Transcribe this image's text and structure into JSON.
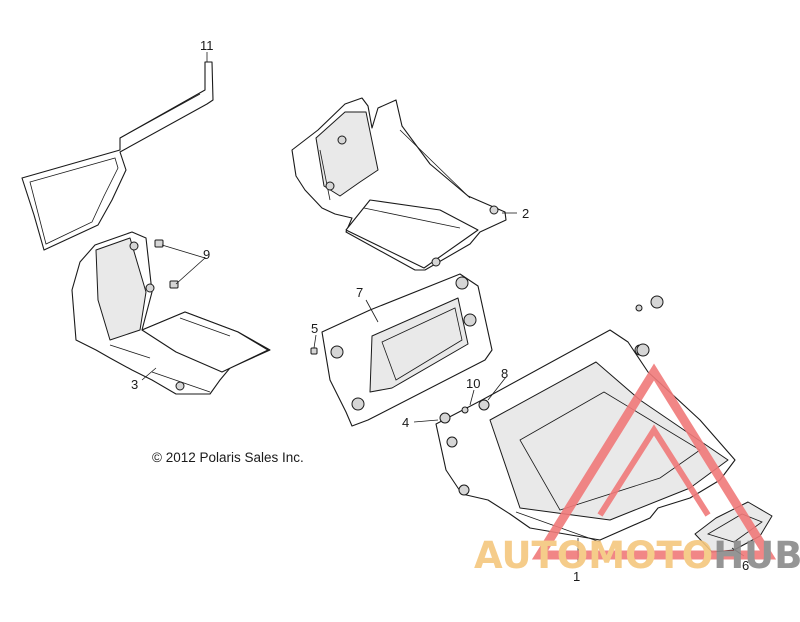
{
  "copyright": "© 2012 Polaris Sales Inc.",
  "watermark": {
    "part1": "AUTO",
    "part2": "MOTO",
    "part3": "HUB",
    "colors": {
      "part1": "#f5c77e",
      "part2": "#f5c77e",
      "part3": "#8a8a8a",
      "triangle": "#f07a7a"
    }
  },
  "callouts": {
    "c1": "1",
    "c2": "2",
    "c3": "3",
    "c4": "4",
    "c5": "5",
    "c6": "6",
    "c7": "7",
    "c8": "8",
    "c9": "9",
    "c10": "10",
    "c11": "11"
  }
}
